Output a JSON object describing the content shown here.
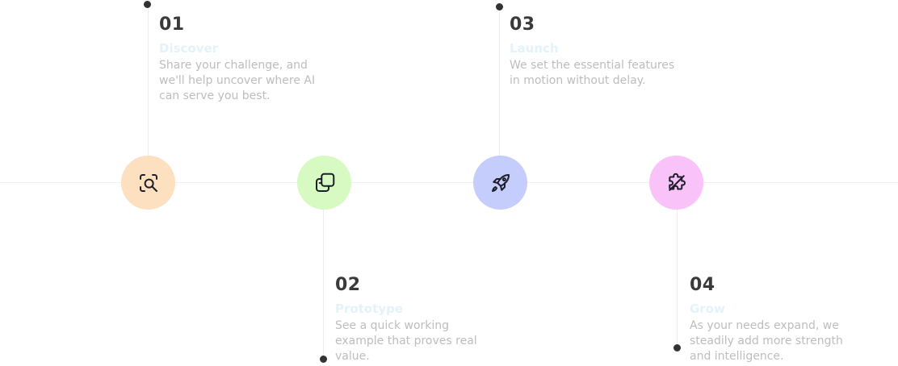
{
  "colors": {
    "discover": "#fde0bf",
    "prototype": "#d6fac2",
    "launch": "#c5cdfc",
    "grow": "#f9c3fa",
    "title": "#e4f2fa",
    "text": "#bdbdbd",
    "number": "#3a3a3a"
  },
  "steps": [
    {
      "number": "01",
      "title": "Discover",
      "description": "Share your challenge, and we'll help uncover where AI can serve you best.",
      "icon": "search-scan-icon"
    },
    {
      "number": "02",
      "title": "Prototype",
      "description": "See a quick working example that proves real value.",
      "icon": "layers-copy-icon"
    },
    {
      "number": "03",
      "title": "Launch",
      "description": "We set the essential features in motion without delay.",
      "icon": "rocket-icon"
    },
    {
      "number": "04",
      "title": "Grow",
      "description": "As your needs expand, we steadily add more strength and intelligence.",
      "icon": "puzzle-icon"
    }
  ]
}
